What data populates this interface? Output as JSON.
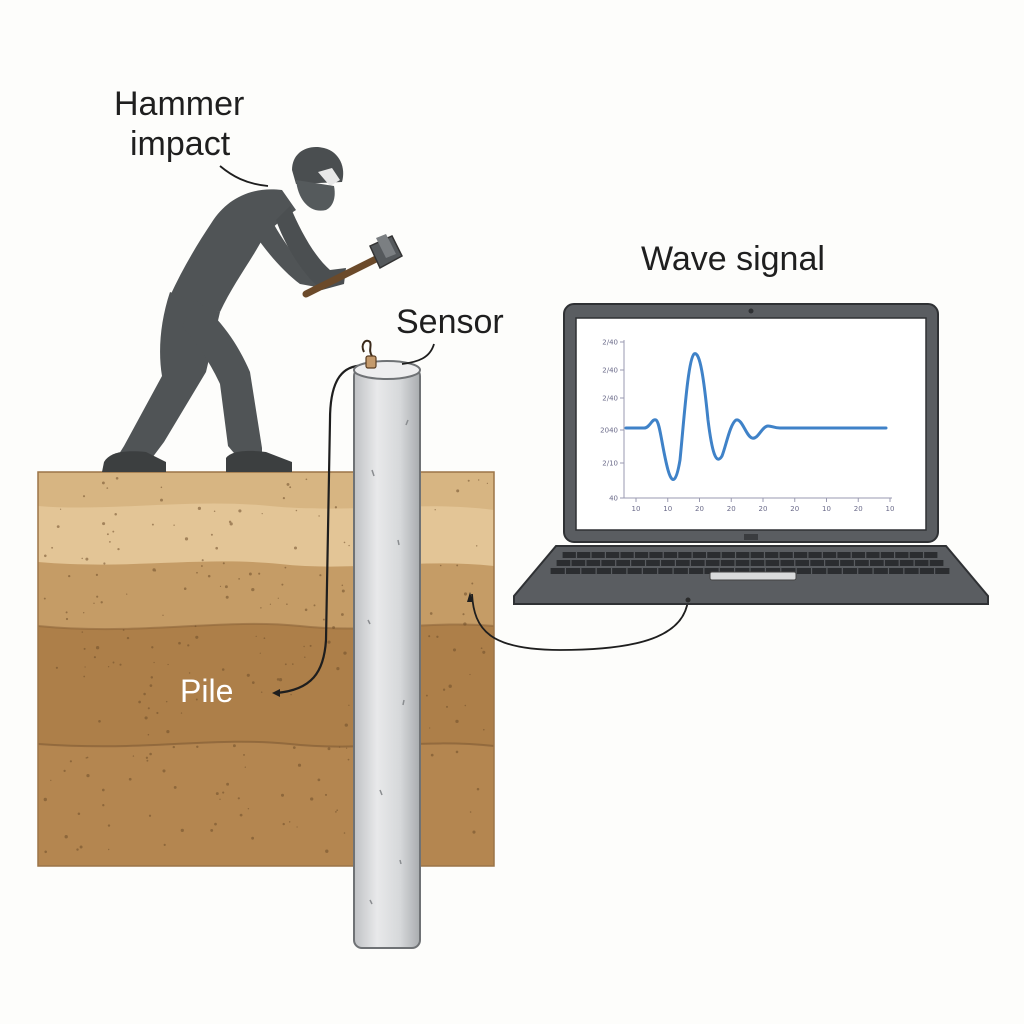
{
  "labels": {
    "hammer_line1": "Hammer",
    "hammer_line2": "impact",
    "sensor": "Sensor",
    "wave_signal": "Wave signal",
    "pile": "Pile"
  },
  "waveform": {
    "y_tick_labels": [
      "2/40",
      "2/40",
      "2/40",
      "2040",
      "2/10",
      "40"
    ],
    "x_tick_labels": [
      "10",
      "10",
      "20",
      "20",
      "20",
      "20",
      "10",
      "20",
      "10"
    ],
    "color": "#3f82c8"
  },
  "colors": {
    "worker": "#505456",
    "pile": "#d9dbdd",
    "laptop_body": "#5a5d61",
    "soil_top": "#d9b98c",
    "soil_mid": "#c8a06a",
    "soil_deep": "#b2844f"
  },
  "icons": [
    "worker-silhouette",
    "hammer-icon",
    "laptop-icon",
    "sensor-icon"
  ]
}
